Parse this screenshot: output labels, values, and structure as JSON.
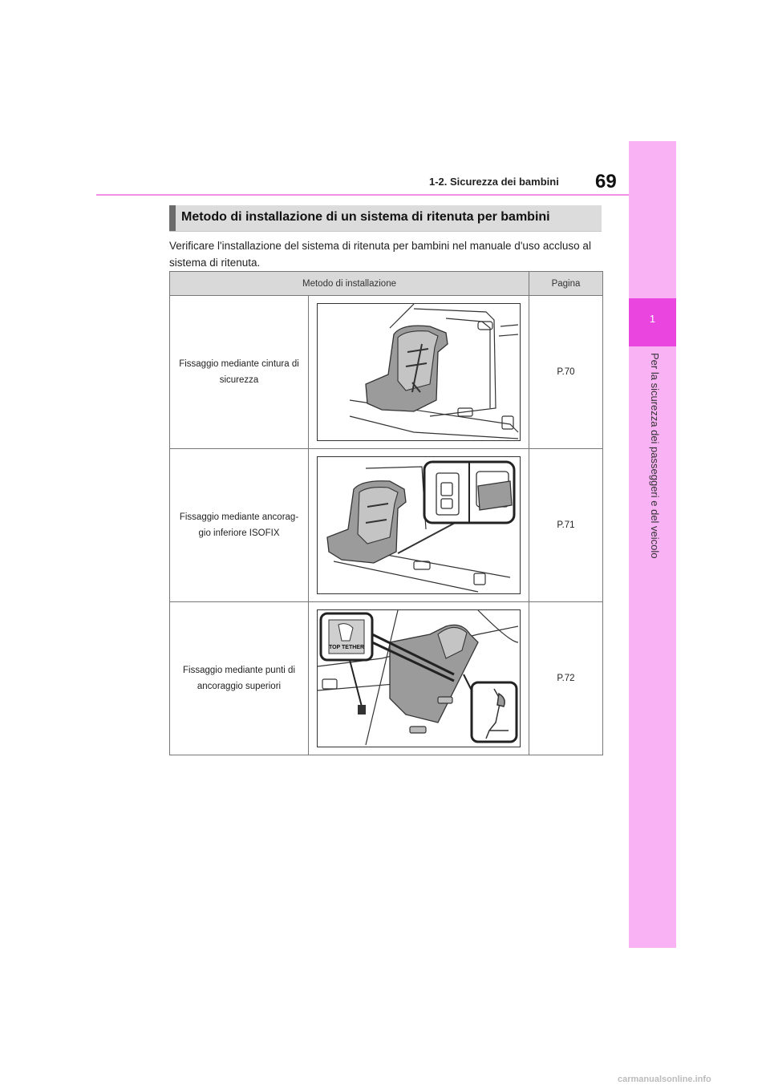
{
  "header": {
    "page_number": "69",
    "section": "1-2. Sicurezza dei bambini"
  },
  "side_tab": {
    "chapter_number": "1",
    "chapter_title": "Per la sicurezza dei passeggeri e del veicolo"
  },
  "heading": "Metodo di installazione di un sistema di ritenuta per bambini",
  "intro": "Verificare l'installazione del sistema di ritenuta per bambini nel manuale d'uso accluso al sistema di ritenuta.",
  "table": {
    "col_method": "Metodo di installazione",
    "col_page": "Pagina",
    "rows": [
      {
        "method": "Fissaggio mediante cintura di sicurezza",
        "image": "seatbelt-install-illustration",
        "page": "P.70"
      },
      {
        "method": "Fissaggio mediante ancorag-gio inferiore ISOFIX",
        "image": "isofix-install-illustration",
        "page": "P.71"
      },
      {
        "method": "Fissaggio mediante punti di ancoraggio superiori",
        "image": "top-tether-install-illustration",
        "page": "P.72"
      }
    ]
  },
  "illustration_labels": {
    "top_tether": "TOP TETHER"
  },
  "footer": "carmanualsonline.info"
}
